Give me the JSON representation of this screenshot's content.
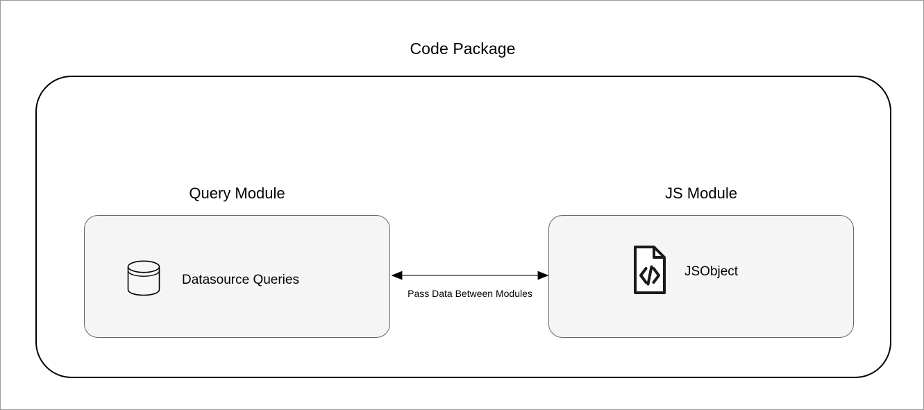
{
  "diagram": {
    "title": "Code Package",
    "border_color": "#000000",
    "module_fill": "#f5f5f5",
    "module_border": "#666666",
    "connector_color": "#4d4d4d"
  },
  "modules": [
    {
      "label": "Query Module",
      "node_label": "Datasource Queries",
      "node_icon": "database-cylinder-icon"
    },
    {
      "label": "JS Module",
      "node_label": "JSObject",
      "node_icon": "code-file-icon"
    }
  ],
  "connector": {
    "label": "Pass Data Between Modules",
    "direction": "bidirectional"
  }
}
